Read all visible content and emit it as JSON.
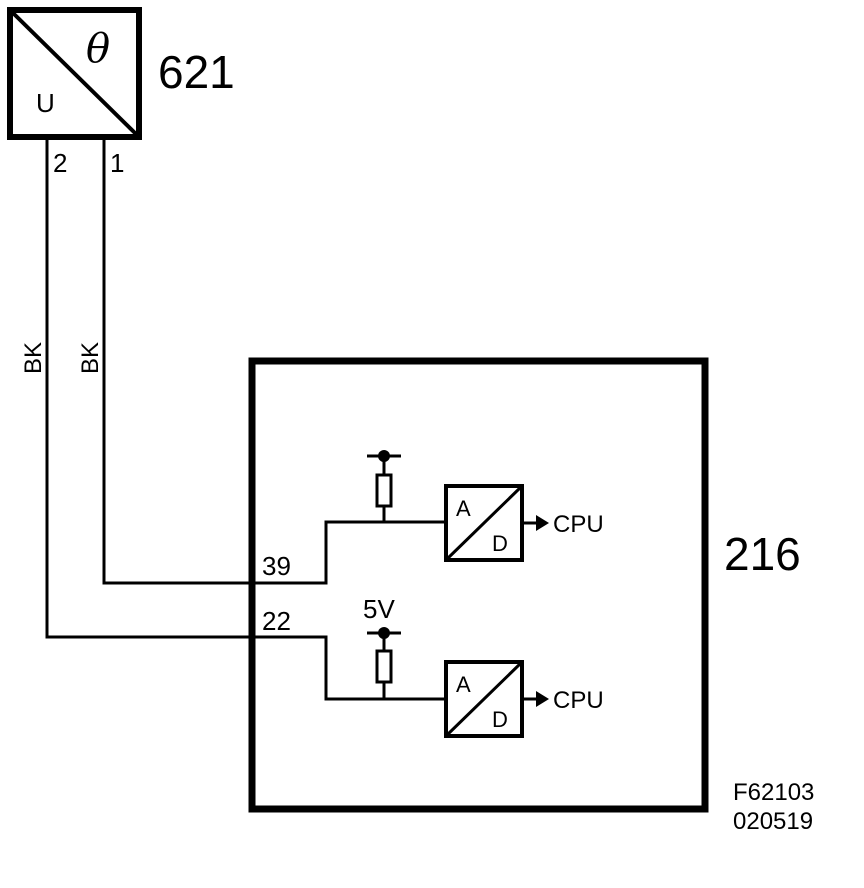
{
  "sensor": {
    "id": "621",
    "symbol_top": "θ",
    "symbol_bottom": "U",
    "pin_left": "2",
    "pin_right": "1"
  },
  "wires": {
    "left_color": "BK",
    "right_color": "BK"
  },
  "module": {
    "id": "216",
    "pin_upper": "39",
    "pin_lower": "22",
    "supply_label": "5V",
    "converters": [
      {
        "a": "A",
        "d": "D",
        "output": "CPU"
      },
      {
        "a": "A",
        "d": "D",
        "output": "CPU"
      }
    ]
  },
  "reference": {
    "figure": "F62103",
    "date": "020519"
  }
}
